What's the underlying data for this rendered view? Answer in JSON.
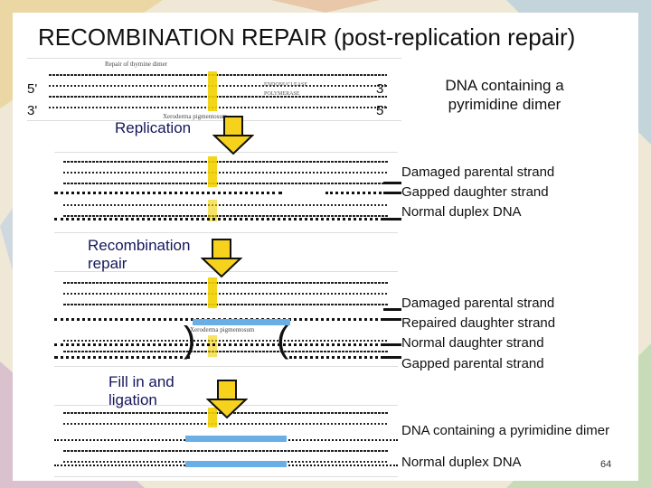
{
  "title": "RECOMBINATION  REPAIR   (post-replication repair)",
  "top_strand_labels": {
    "left_top": "5'",
    "left_bottom": "3'",
    "right_top": "3'",
    "right_bottom": "5'"
  },
  "dna_dimer_label": "DNA containing a pyrimidine dimer",
  "steps": {
    "replication": "Replication",
    "recombination": "Recombination repair",
    "fill": "Fill in and ligation"
  },
  "legend_after_replication": [
    "Damaged parental strand",
    "Gapped daughter strand",
    "Normal duplex DNA"
  ],
  "legend_after_recombination": [
    "Damaged parental strand",
    "Repaired daughter strand",
    "Normal daughter strand",
    "Gapped parental strand"
  ],
  "legend_final": [
    "DNA containing a pyrimidine dimer",
    "Normal duplex DNA"
  ],
  "page_number": "64",
  "colors": {
    "repair_blue": "#6aaee6",
    "arrow_yellow": "#f6d21c",
    "dimer_yellow": "#f2d000"
  }
}
